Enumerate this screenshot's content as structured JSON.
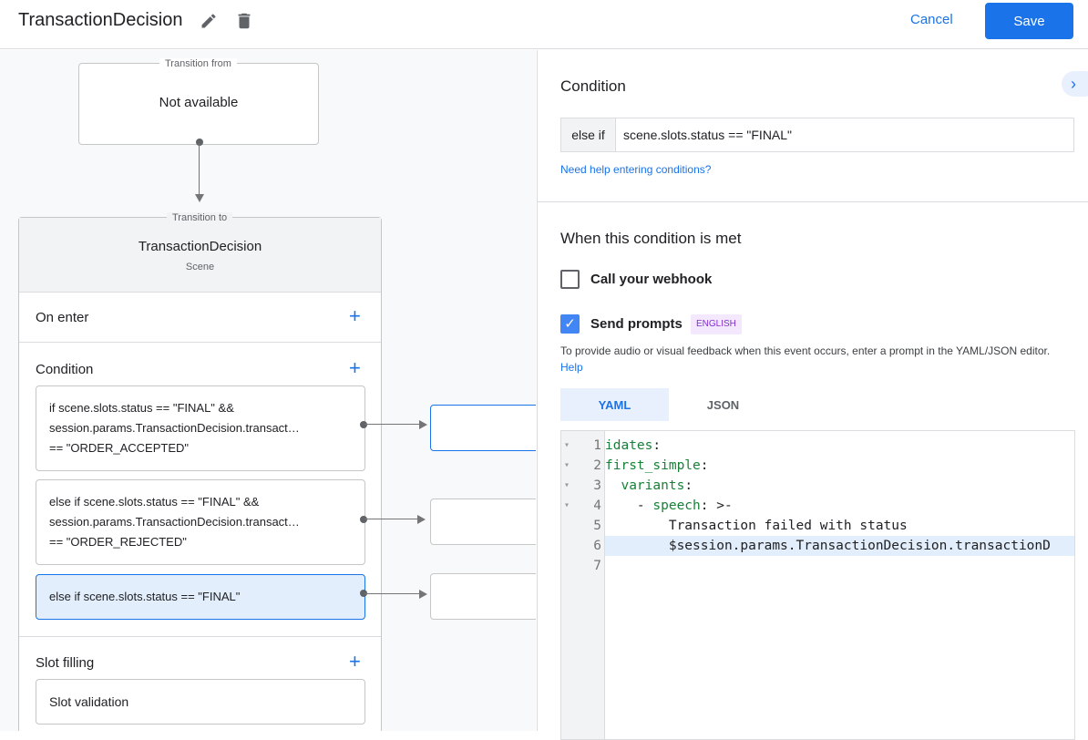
{
  "header": {
    "title": "TransactionDecision",
    "cancel": "Cancel",
    "save": "Save"
  },
  "canvas": {
    "transition_from": {
      "label": "Transition from",
      "value": "Not available"
    },
    "transition_to": {
      "label": "Transition to",
      "scene": "TransactionDecision",
      "subtitle": "Scene"
    },
    "on_enter": "On enter",
    "condition": "Condition",
    "conditions": [
      {
        "lines": [
          "if scene.slots.status == \"FINAL\" &&",
          "session.params.TransactionDecision.transact…",
          "== \"ORDER_ACCEPTED\""
        ]
      },
      {
        "lines": [
          "else if scene.slots.status == \"FINAL\" &&",
          "session.params.TransactionDecision.transact…",
          "== \"ORDER_REJECTED\""
        ]
      },
      {
        "lines": [
          "else if scene.slots.status == \"FINAL\""
        ]
      }
    ],
    "slot_filling": "Slot filling",
    "slot_validation": "Slot validation"
  },
  "panel": {
    "condition_title": "Condition",
    "prefix": "else if",
    "condition_value": "scene.slots.status == \"FINAL\"",
    "help_link": "Need help entering conditions?",
    "when_met": "When this condition is met",
    "webhook": {
      "label": "Call your webhook",
      "checked": false
    },
    "prompts": {
      "label": "Send prompts",
      "checked": true,
      "badge": "ENGLISH"
    },
    "desc": "To provide audio or visual feedback when this event occurs, enter a prompt in the YAML/JSON editor.",
    "desc_link": "Help",
    "tabs": [
      {
        "label": "YAML",
        "active": true
      },
      {
        "label": "JSON",
        "active": false
      }
    ],
    "code": [
      {
        "n": "1",
        "key": "idates",
        "rest": ":",
        "indent": ""
      },
      {
        "n": "2",
        "key": "first_simple",
        "rest": ":",
        "indent": ""
      },
      {
        "n": "3",
        "key": "variants",
        "rest": ":",
        "indent": "  "
      },
      {
        "n": "4",
        "key": "speech",
        "rest": ": >-",
        "indent": "    - "
      },
      {
        "n": "5",
        "key": "",
        "rest": "Transaction failed with status",
        "indent": "        "
      },
      {
        "n": "6",
        "key": "",
        "rest": "$session.params.TransactionDecision.transactionD",
        "indent": "        "
      },
      {
        "n": "7",
        "key": "",
        "rest": "",
        "indent": ""
      }
    ]
  }
}
